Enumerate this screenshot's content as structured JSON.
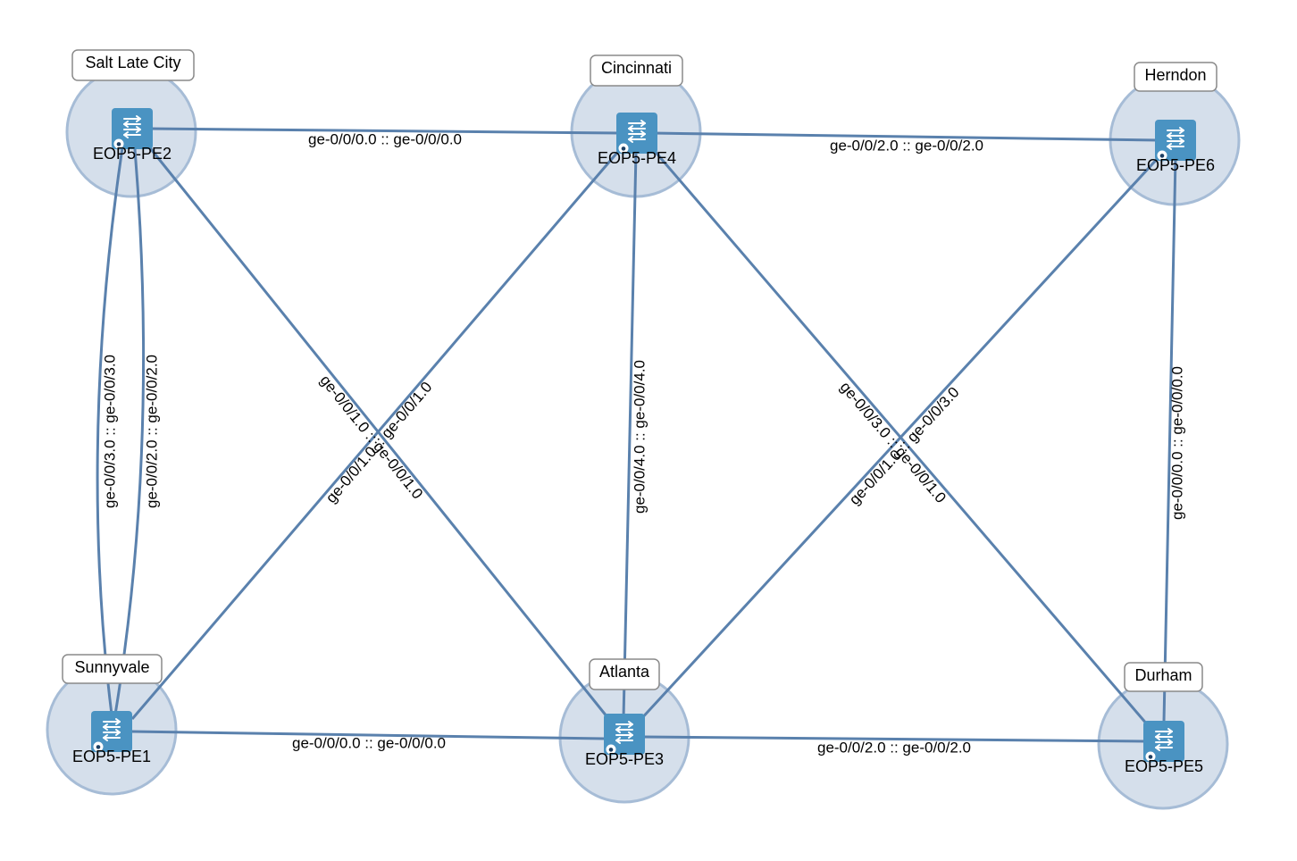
{
  "colors": {
    "link": "#5a81ad",
    "site_halo_fill": "#d5dfeb",
    "site_halo_stroke": "#a6bcd6",
    "router_tile": "#4a93c2"
  },
  "nodes": [
    {
      "id": "pe2",
      "name": "EOP5-PE2",
      "site": "Salt Late City",
      "icon": "router-icon"
    },
    {
      "id": "pe4",
      "name": "EOP5-PE4",
      "site": "Cincinnati",
      "icon": "router-icon"
    },
    {
      "id": "pe6",
      "name": "EOP5-PE6",
      "site": "Herndon",
      "icon": "router-icon"
    },
    {
      "id": "pe1",
      "name": "EOP5-PE1",
      "site": "Sunnyvale",
      "icon": "router-icon"
    },
    {
      "id": "pe3",
      "name": "EOP5-PE3",
      "site": "Atlanta",
      "icon": "router-icon"
    },
    {
      "id": "pe5",
      "name": "EOP5-PE5",
      "site": "Durham",
      "icon": "router-icon"
    }
  ],
  "links": [
    {
      "from": "pe2",
      "to": "pe4",
      "label": "ge-0/0/0.0 :: ge-0/0/0.0"
    },
    {
      "from": "pe4",
      "to": "pe6",
      "label": "ge-0/0/2.0 :: ge-0/0/2.0"
    },
    {
      "from": "pe1",
      "to": "pe3",
      "label": "ge-0/0/0.0 :: ge-0/0/0.0"
    },
    {
      "from": "pe3",
      "to": "pe5",
      "label": "ge-0/0/2.0 :: ge-0/0/2.0"
    },
    {
      "from": "pe2",
      "to": "pe1",
      "label": "ge-0/0/3.0 :: ge-0/0/3.0"
    },
    {
      "from": "pe2",
      "to": "pe1",
      "label": "ge-0/0/2.0 :: ge-0/0/2.0"
    },
    {
      "from": "pe2",
      "to": "pe3",
      "label": "ge-0/0/1.0 :: ge-0/0/1.0"
    },
    {
      "from": "pe4",
      "to": "pe1",
      "label": "ge-0/0/1.0 :: ge-0/0/1.0"
    },
    {
      "from": "pe4",
      "to": "pe3",
      "label": "ge-0/0/4.0 :: ge-0/0/4.0"
    },
    {
      "from": "pe4",
      "to": "pe5",
      "label": "ge-0/0/3.0 :: ge-0/0/1.0"
    },
    {
      "from": "pe6",
      "to": "pe3",
      "label": "ge-0/0/1.0 :: ge-0/0/3.0"
    },
    {
      "from": "pe6",
      "to": "pe5",
      "label": "ge-0/0/0.0 :: ge-0/0/0.0"
    }
  ]
}
